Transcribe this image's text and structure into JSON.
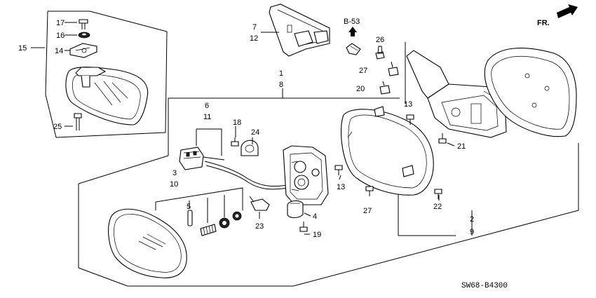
{
  "diagram": {
    "direction_label": "FR.",
    "reference_label": "B-53",
    "diagram_code": "SW68-B4300",
    "callouts": [
      "1",
      "2",
      "3",
      "4",
      "5",
      "6",
      "7",
      "8",
      "9",
      "10",
      "11",
      "12",
      "13",
      "13",
      "14",
      "15",
      "16",
      "17",
      "18",
      "19",
      "20",
      "21",
      "22",
      "23",
      "24",
      "25",
      "26",
      "27",
      "27"
    ]
  }
}
